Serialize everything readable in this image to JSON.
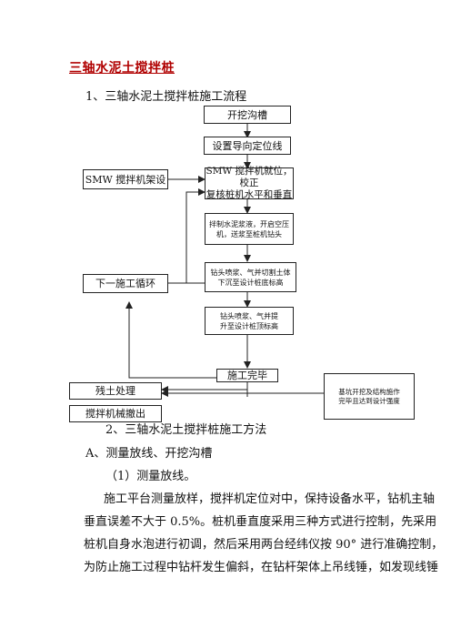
{
  "doc": {
    "title": "三轴水泥土搅拌桩",
    "section1": "1、三轴水泥土搅拌桩施工流程",
    "flow": {
      "dig_trench": "开挖沟槽",
      "guide_line": "设置导向定位线",
      "frame_setup": "SMW 搅拌机架设",
      "position_line1": "SMW 搅拌机就位，校正",
      "position_line2": "复核桩机水平和垂直",
      "mix_line1": "拌制水泥浆液，开启空压",
      "mix_line2": "机，送浆至桩机钻头",
      "sink_line1": "钻头喷浆、气并切割土体",
      "sink_line2": "下沉至设计桩底标高",
      "next_cycle": "下一施工循环",
      "lift_line1": "钻头喷浆、气并提",
      "lift_line2": "升至设计桩顶标高",
      "complete": "施工完毕",
      "residual_soil": "残土处理",
      "withdraw": "搅拌机械撤出",
      "pit_line1": "基坑开挖及结构施作",
      "pit_line2": "完毕且达到设计强度"
    },
    "section2": "2、三轴水泥土搅拌桩施工方法",
    "sub_a": "A、测量放线、开挖沟槽",
    "sub_1": "（1）测量放线。",
    "para_line1": "施工平台测量放样，搅拌机定位对中，保持设备水平，钻机主轴",
    "para_line2": "垂直误差不大于   0.5%。桩机垂直度采用三种方式进行控制，先采用",
    "para_line3": "桩机自身水泡进行初调，然后采用两台经纬仪按 90° 进行准确控制，",
    "para_line4": "为防止施工过程中钻杆发生偏斜，在钻杆架体上吊线锤，如发现线锤"
  }
}
